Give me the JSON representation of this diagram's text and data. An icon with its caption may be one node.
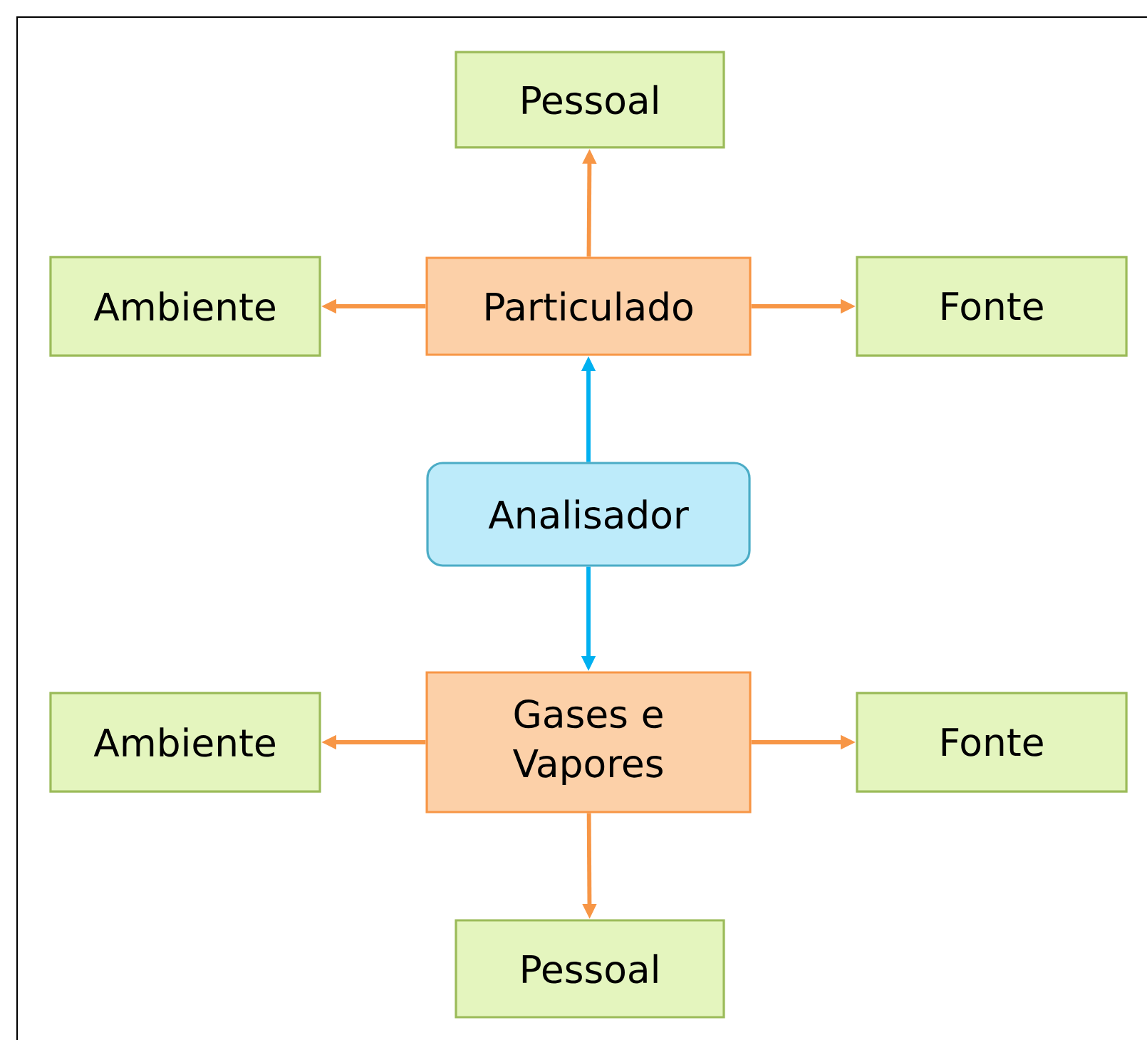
{
  "diagram": {
    "nodes": [
      {
        "text": [
          "Pessoal"
        ]
      },
      {
        "text": [
          "Ambiente"
        ]
      },
      {
        "text": [
          "Particulado"
        ]
      },
      {
        "text": [
          "Fonte"
        ]
      },
      {
        "text": [
          "Analisador"
        ]
      },
      {
        "text": [
          "Ambiente"
        ]
      },
      {
        "text": [
          "Gases e Vapores"
        ]
      },
      {
        "text": [
          "Fonte"
        ]
      },
      {
        "text": [
          "Pessoal"
        ]
      }
    ],
    "edges": [
      {
        "from": 2,
        "to": 0,
        "arrow": "to"
      },
      {
        "from": 2,
        "to": 1,
        "arrow": "to"
      },
      {
        "from": 2,
        "to": 3,
        "arrow": "to"
      },
      {
        "from": 4,
        "to": 2,
        "arrow": "to",
        "color": "#00b0f0"
      },
      {
        "from": 4,
        "to": 6,
        "arrow": "to",
        "color": "#00b0f0"
      },
      {
        "from": 6,
        "to": 5,
        "arrow": "to"
      },
      {
        "from": 6,
        "to": 7,
        "arrow": "to"
      },
      {
        "from": 6,
        "to": 8,
        "arrow": "to"
      }
    ]
  }
}
